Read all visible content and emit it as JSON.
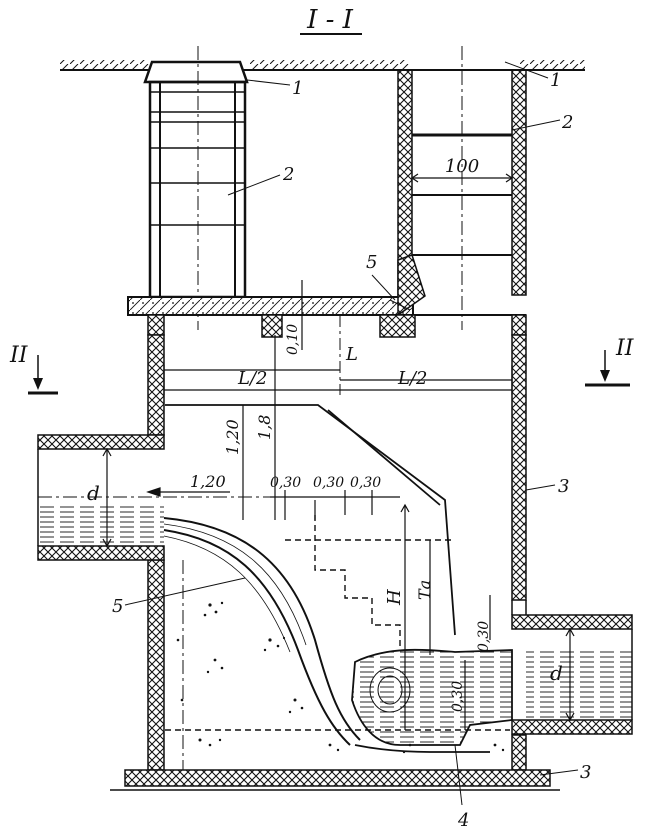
{
  "title": "I - I",
  "section_markers": {
    "left": "II",
    "right": "II"
  },
  "callouts": [
    "1",
    "1",
    "2",
    "2",
    "3",
    "3",
    "4",
    "5",
    "5"
  ],
  "dimensions": {
    "shaft_width": "100",
    "slab_offset": "0,10",
    "L": "L",
    "L_half_left": "L/2",
    "L_half_right": "L/2",
    "depth_120": "1,20",
    "depth_18": "1,8",
    "jet_120": "1,20",
    "step_030_a": "0,30",
    "step_030_b": "0,30",
    "step_030_c": "0,30",
    "pipe_d_left": "d",
    "pipe_d_right": "d",
    "height_H": "H",
    "ha": "Tа",
    "bottom_030": "0,30",
    "side_030": "0,30"
  }
}
